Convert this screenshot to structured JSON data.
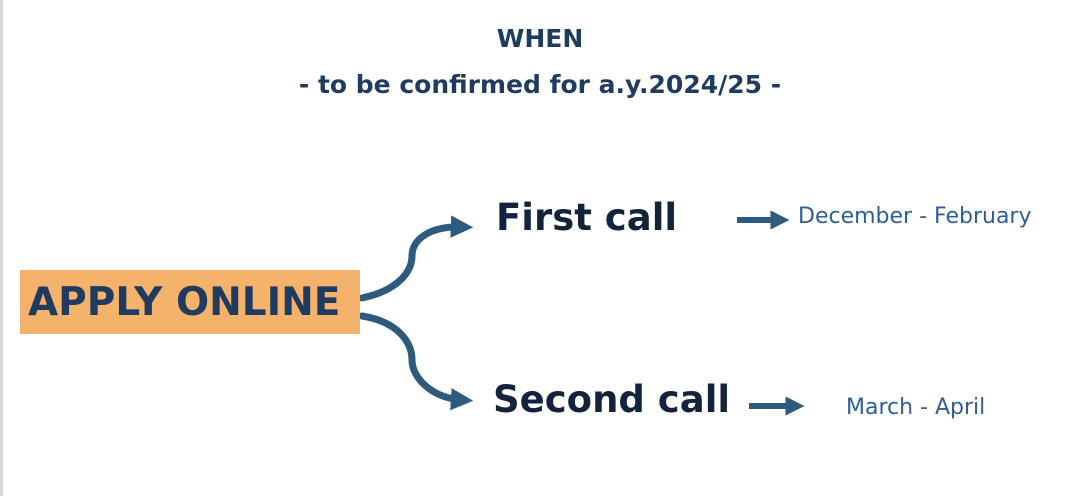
{
  "heading": {
    "title": "WHEN",
    "subtitle": "- to be confirmed for a.y.2024/25 -"
  },
  "root": {
    "label": "APPLY ONLINE",
    "box_color": "#f4b26b"
  },
  "branches": [
    {
      "label": "First call",
      "period": "December - February"
    },
    {
      "label": "Second call",
      "period": "March -  April"
    }
  ],
  "colors": {
    "heading": "#1f3b5f",
    "call_text": "#13233c",
    "period_text": "#2f5f96",
    "arrow": "#2e5a7e"
  }
}
